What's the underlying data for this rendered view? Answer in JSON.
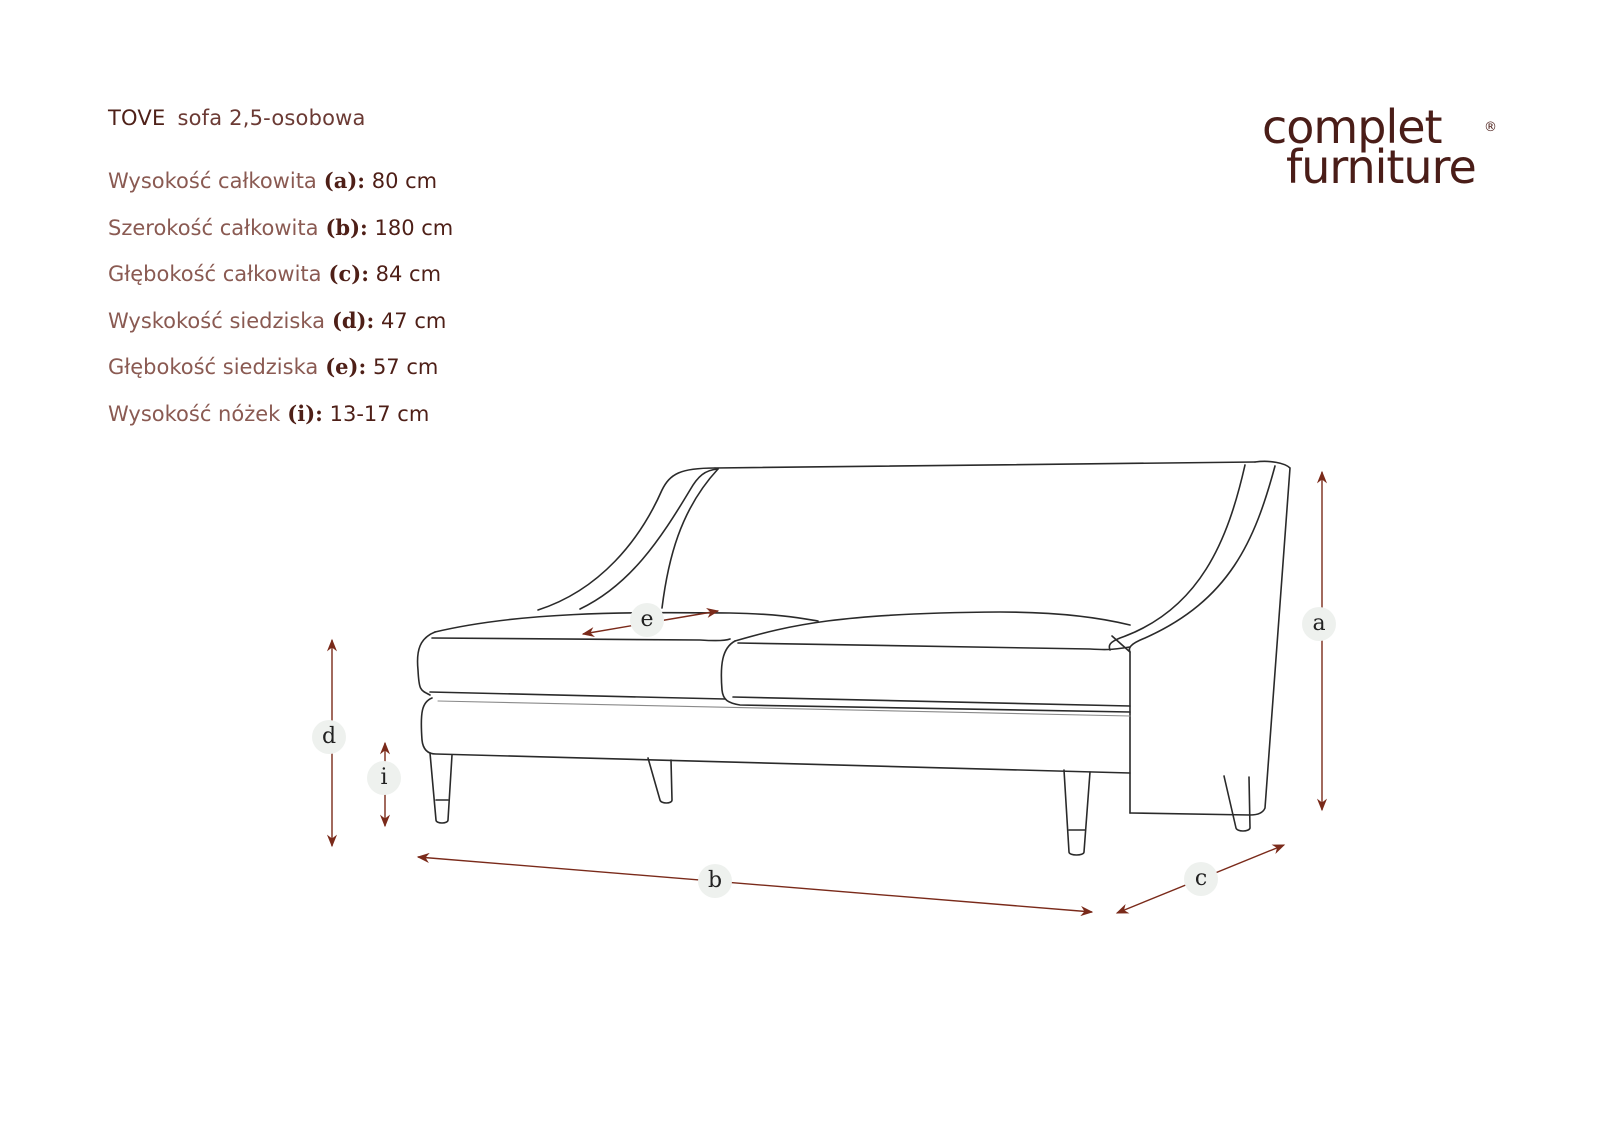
{
  "header": {
    "model": "TOVE",
    "subtitle": "sofa 2,5-osobowa"
  },
  "brand": {
    "line1": "complet",
    "line2": "furniture",
    "registered": "®"
  },
  "specs": [
    {
      "label": "Wysokość całkowita",
      "key": "(a):",
      "value": "80 cm"
    },
    {
      "label": "Szerokość całkowita",
      "key": "(b):",
      "value": "180 cm"
    },
    {
      "label": "Głębokość całkowita",
      "key": "(c):",
      "value": "84 cm"
    },
    {
      "label": "Wyskokość siedziska",
      "key": "(d):",
      "value": "47 cm"
    },
    {
      "label": "Głębokość siedziska",
      "key": "(e):",
      "value": "57 cm"
    },
    {
      "label": "Wysokość nóżek",
      "key": "(i):",
      "value": "13-17 cm"
    }
  ],
  "diagram": {
    "markers": {
      "a": "a",
      "b": "b",
      "c": "c",
      "d": "d",
      "e": "e",
      "i": "i"
    },
    "colors": {
      "arrow": "#7a2a1a",
      "line": "#2a2a2a",
      "badge": "#eef1ee",
      "text": "#4e1f17"
    }
  }
}
